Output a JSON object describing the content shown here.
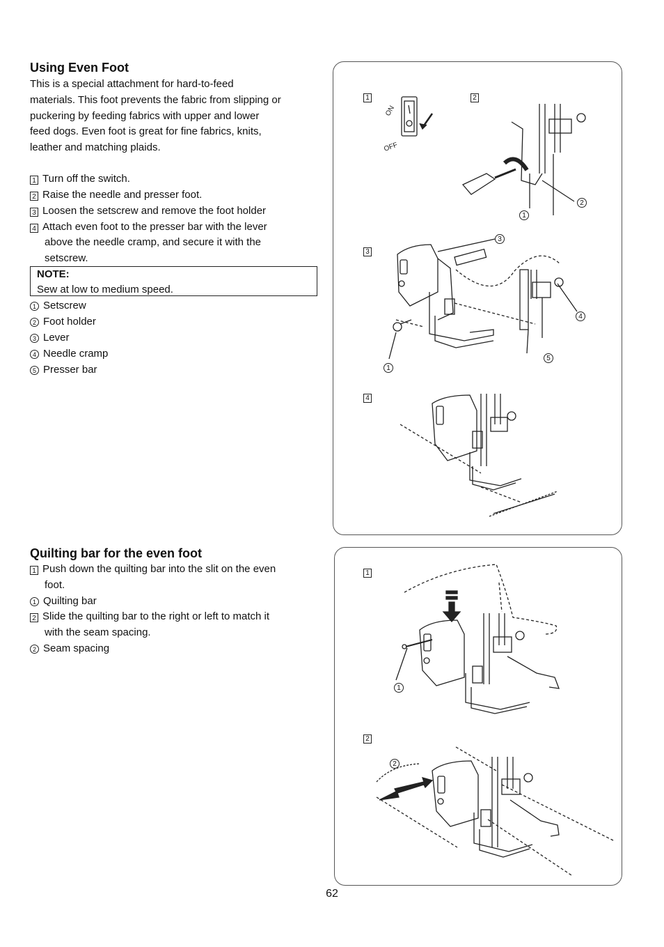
{
  "section1": {
    "title": "Using Even Foot",
    "intro": [
      "This is a special attachment for hard-to-feed",
      "materials. This foot prevents the fabric from slipping or",
      "puckering by feeding fabrics with upper and lower",
      "feed dogs. Even foot is great for fine fabrics, knits,",
      "leather and matching plaids."
    ],
    "steps": [
      {
        "num": "1",
        "text": "Turn off the switch."
      },
      {
        "num": "2",
        "text": "Raise the needle and presser foot."
      },
      {
        "num": "3",
        "text": "Loosen the setscrew and remove the foot holder"
      },
      {
        "num": "4",
        "text": "Attach even foot to the presser bar with the lever",
        "cont": [
          "above the needle cramp, and secure it with the",
          "setscrew."
        ]
      }
    ],
    "note_title": "NOTE:",
    "note_body": "Sew at low to medium speed.",
    "parts": [
      {
        "num": "1",
        "text": "Setscrew"
      },
      {
        "num": "2",
        "text": "Foot holder"
      },
      {
        "num": "3",
        "text": "Lever"
      },
      {
        "num": "4",
        "text": "Needle cramp"
      },
      {
        "num": "5",
        "text": "Presser bar"
      }
    ],
    "figure": {
      "labels": [
        "1",
        "2",
        "3",
        "4"
      ],
      "switch_on": "ON",
      "switch_off": "OFF",
      "callouts": [
        "1",
        "2",
        "3",
        "4",
        "5",
        "1"
      ]
    }
  },
  "section2": {
    "title": "Quilting bar for the even foot",
    "items": [
      {
        "type": "step",
        "num": "1",
        "text": "Push down the quilting bar into the slit on the even",
        "cont": [
          "foot."
        ]
      },
      {
        "type": "part",
        "num": "1",
        "text": "Quilting bar"
      },
      {
        "type": "step",
        "num": "2",
        "text": "Slide the quilting bar to the right or left to match it",
        "cont": [
          "with the seam spacing."
        ]
      },
      {
        "type": "part",
        "num": "2",
        "text": "Seam spacing"
      }
    ],
    "figure": {
      "labels": [
        "1",
        "2"
      ],
      "callouts": [
        "1",
        "2"
      ]
    }
  },
  "page_number": "62"
}
